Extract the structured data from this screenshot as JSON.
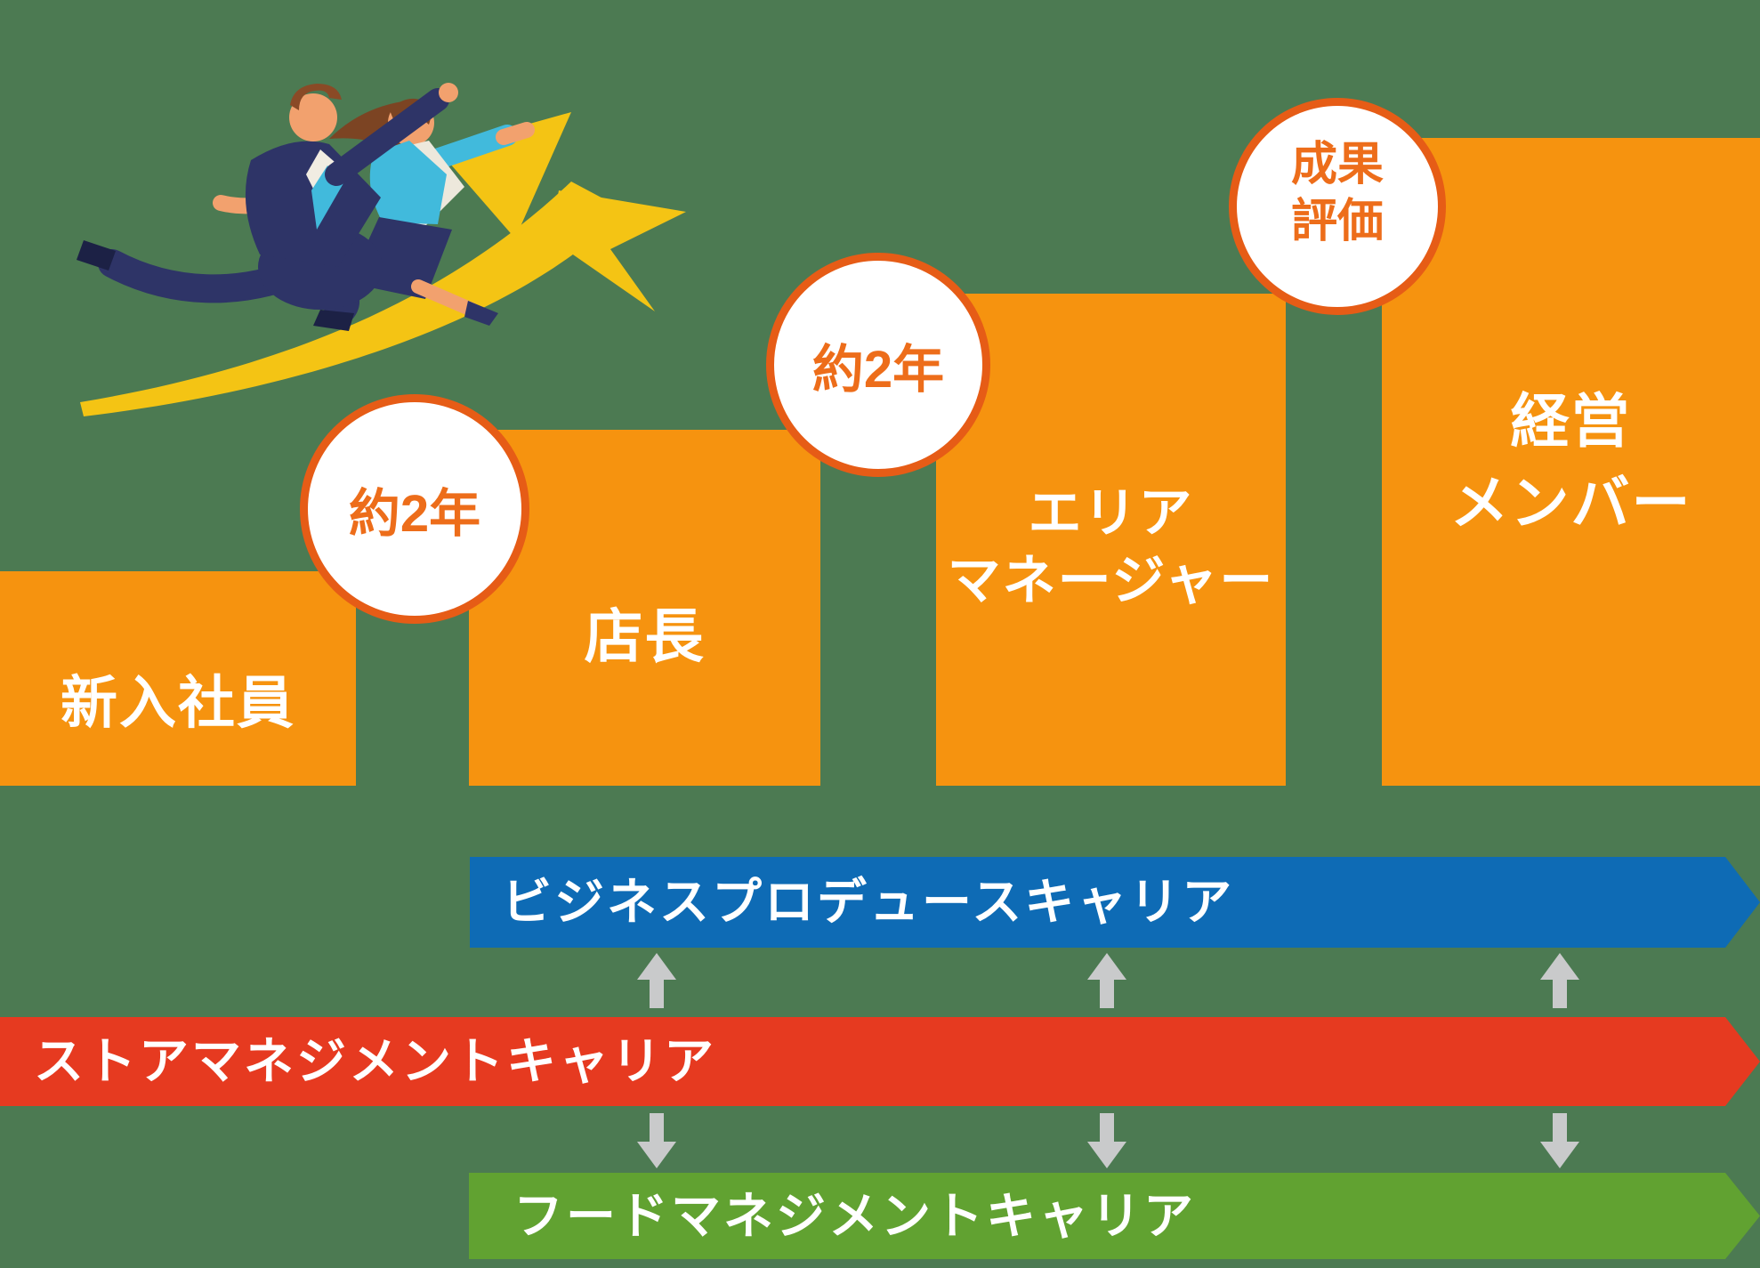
{
  "background_color": "#4C7A52",
  "illustration": {
    "name": "runners-growth-arrow",
    "description": "businessman and businesswoman running along a rising yellow arrow"
  },
  "steps": [
    {
      "label_lines": [
        "新入社員"
      ]
    },
    {
      "label_lines": [
        "店長"
      ]
    },
    {
      "label_lines": [
        "エリア",
        "マネージャー"
      ]
    },
    {
      "label_lines": [
        "経営",
        "メンバー"
      ]
    }
  ],
  "badges": [
    {
      "label_lines": [
        "約2年"
      ]
    },
    {
      "label_lines": [
        "約2年"
      ]
    },
    {
      "label_lines": [
        "成果",
        "評価"
      ]
    }
  ],
  "tracks": [
    {
      "label": "ビジネスプロデュースキャリア",
      "color": "#0E6BB5"
    },
    {
      "label": "ストアマネジメントキャリア",
      "color": "#E63A20"
    },
    {
      "label": "フードマネジメントキャリア",
      "color": "#61A231"
    }
  ],
  "colors": {
    "step_box": "#F6930F",
    "badge_ring": "#E65C16",
    "badge_text": "#ED6D1A",
    "arrow_gray": "#C9CACB",
    "swoosh_yellow": "#F4C414",
    "text_on_color": "#FFFFFF"
  }
}
